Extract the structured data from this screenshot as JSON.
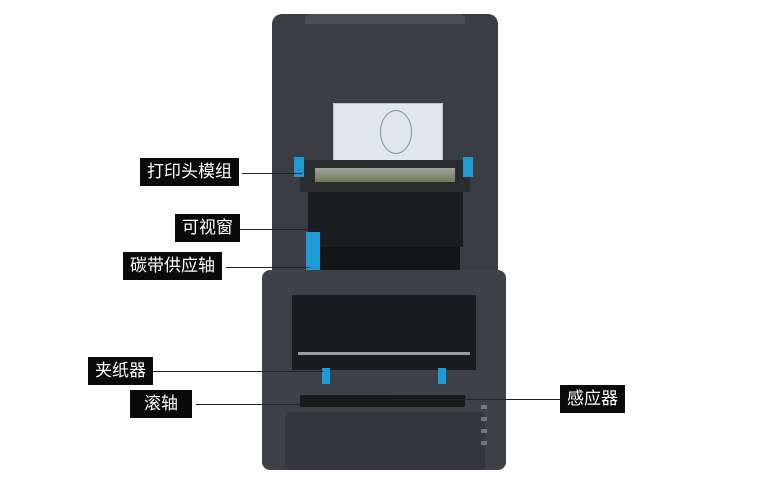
{
  "labels": {
    "printhead_module": "打印头模组",
    "view_window": "可视窗",
    "ribbon_supply_spindle": "碳带供应轴",
    "paper_guide": "夹纸器",
    "platen_roller": "滚轴",
    "sensor": "感应器"
  },
  "colors": {
    "body": "#3c3f45",
    "accent": "#1e9ad6",
    "label_bg": "#0a0a0a"
  }
}
